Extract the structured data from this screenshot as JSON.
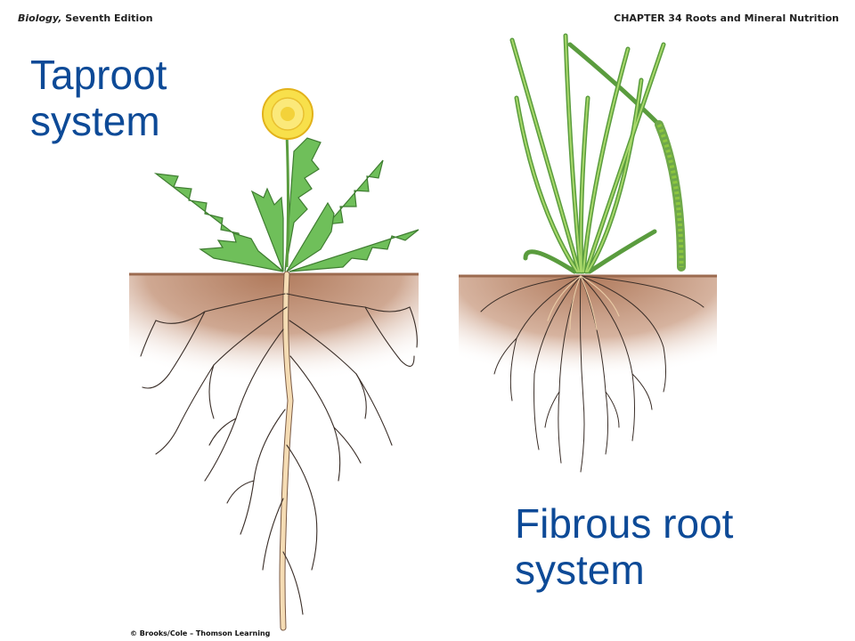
{
  "header": {
    "book_title": "Biology,",
    "book_edition": " Seventh Edition",
    "chapter": "CHAPTER 34 Roots and Mineral Nutrition"
  },
  "labels": {
    "taproot_line1": "Taproot",
    "taproot_line2": "system",
    "fibrous_line1": "Fibrous root",
    "fibrous_line2": "system"
  },
  "credit": "© Brooks/Cole – Thomson Learning",
  "colors": {
    "label_blue": "#0d4a97",
    "soil": "#b98a6e",
    "leaf_green": "#6fbf5a",
    "grass_green": "#8cc63f",
    "taproot_cream": "#f5dcb4",
    "flower_yellow": "#f8e04b",
    "root_dark": "#3a2e28"
  }
}
